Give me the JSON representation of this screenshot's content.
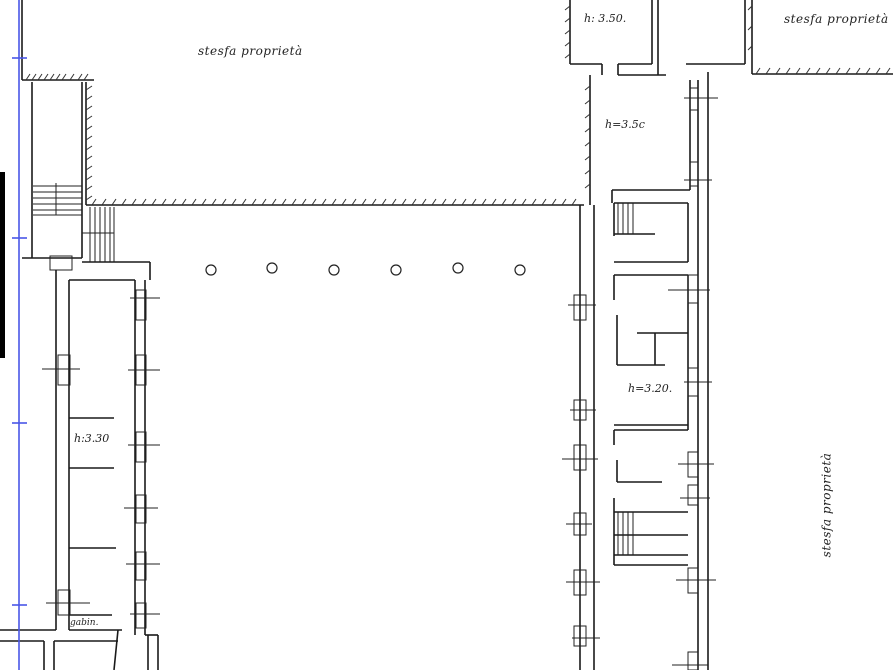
{
  "drawing": {
    "type": "architectural floor plan (scanned)",
    "labels": {
      "property_top_center": "stesfa proprietà",
      "property_top_right": "stesfa proprietà",
      "property_right_vertical": "stesfa proprietà",
      "height_top_room": "h: 3.50.",
      "height_right_upper": "h=3.5c",
      "height_right_middle": "h=3.20.",
      "height_left_corridor": "h:3.30",
      "bagno_label": "gabin."
    },
    "colors": {
      "line": "#1a1a1a",
      "reference_axis": "#4a57e8",
      "background": "#ffffff",
      "edge_bar": "#000000"
    },
    "columns_count": 6
  }
}
